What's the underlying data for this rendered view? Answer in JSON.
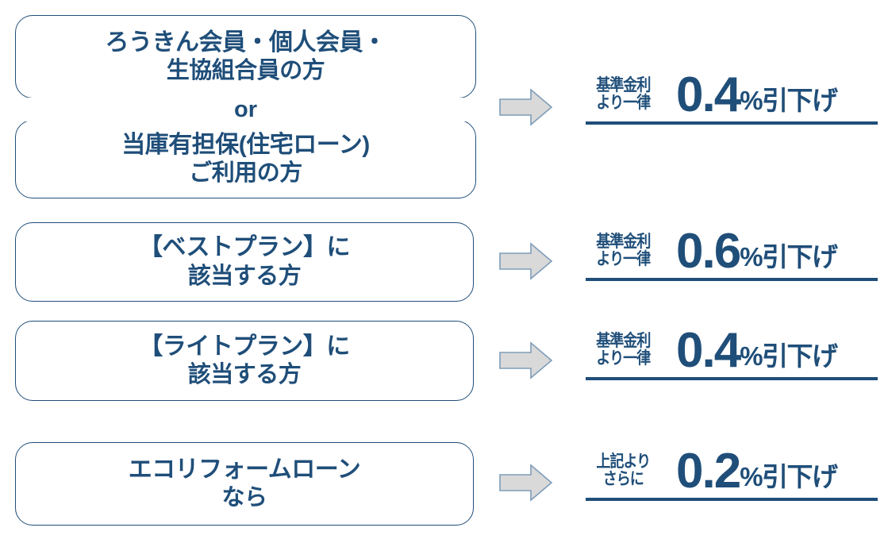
{
  "theme": {
    "navy": "#1F4E79",
    "arrow_fill": "#D9D9D9",
    "arrow_stroke": "#7F9DB9",
    "background": "#FFFFFF"
  },
  "rows": [
    {
      "id": "row-member-or-mortgage",
      "conditions": [
        {
          "lines": [
            "ろうきん会員・個人会員・",
            "生協組合員の方"
          ]
        },
        {
          "lines": [
            "当庫有担保(住宅ローン)",
            "ご利用の方"
          ]
        }
      ],
      "connector": "or",
      "arrow_icon": "right-arrow-icon",
      "rate": {
        "label_line1": "基準金利",
        "label_line2": "より一律",
        "value": "0.4",
        "suffix": "%引下げ"
      }
    },
    {
      "id": "row-best-plan",
      "conditions": [
        {
          "lines": [
            "【ベストプラン】に",
            "該当する方"
          ]
        }
      ],
      "connector": "",
      "arrow_icon": "right-arrow-icon",
      "rate": {
        "label_line1": "基準金利",
        "label_line2": "より一律",
        "value": "0.6",
        "suffix": "%引下げ"
      }
    },
    {
      "id": "row-light-plan",
      "conditions": [
        {
          "lines": [
            "【ライトプラン】に",
            "該当する方"
          ]
        }
      ],
      "connector": "",
      "arrow_icon": "right-arrow-icon",
      "rate": {
        "label_line1": "基準金利",
        "label_line2": "より一律",
        "value": "0.4",
        "suffix": "%引下げ"
      }
    },
    {
      "id": "row-eco-reform-loan",
      "conditions": [
        {
          "lines": [
            "エコリフォームローン",
            "なら"
          ]
        }
      ],
      "connector": "",
      "arrow_icon": "right-arrow-icon",
      "rate": {
        "label_line1": "上記より",
        "label_line2": "さらに",
        "value": "0.2",
        "suffix": "%引下げ"
      }
    }
  ]
}
